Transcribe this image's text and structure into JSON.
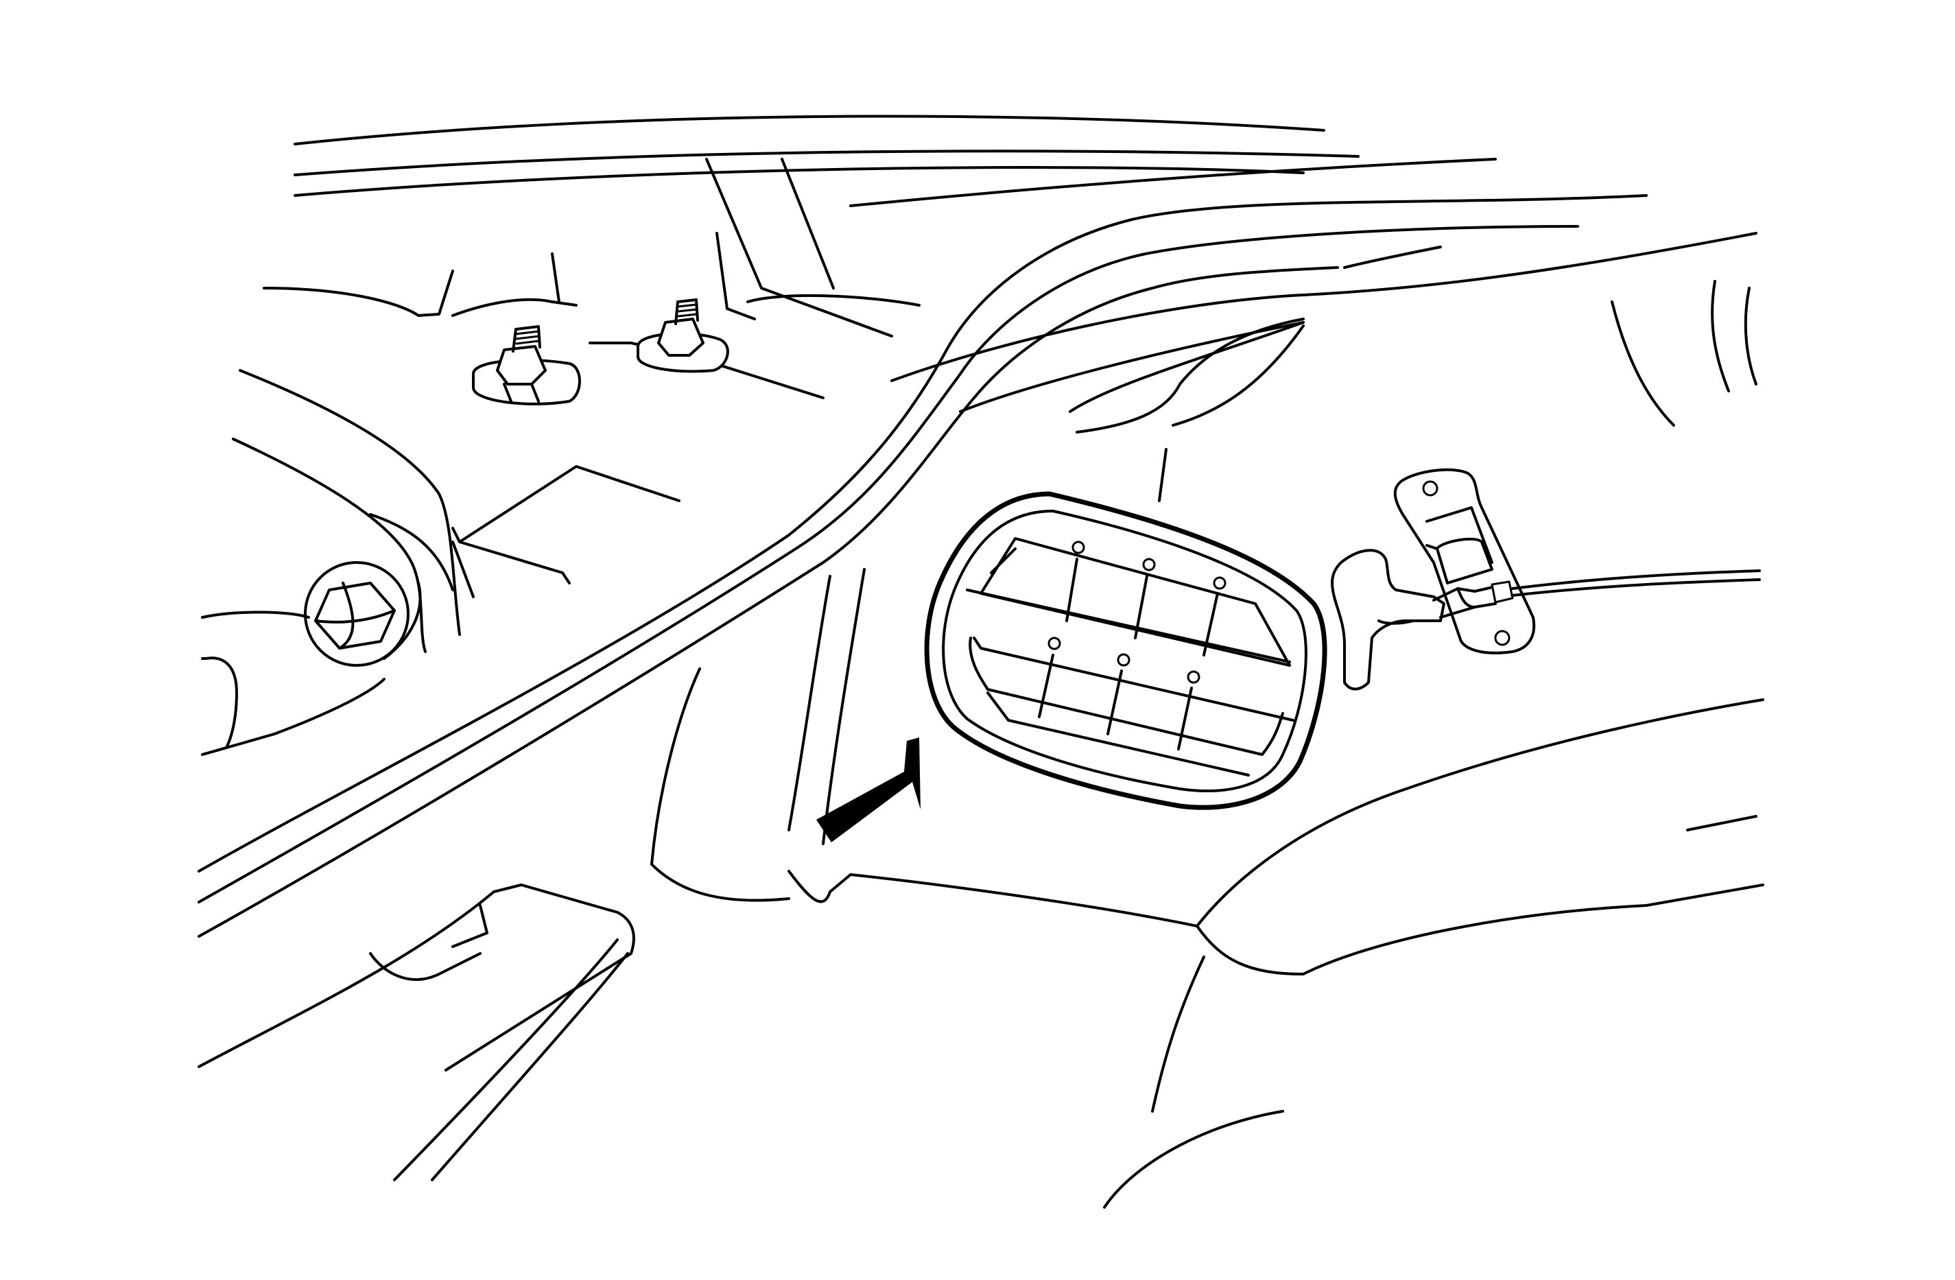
{
  "figure": {
    "background": "#ffffff",
    "line_color": "#000000",
    "components": [
      {
        "key": "roof",
        "icon": "roof-panel-lines"
      },
      {
        "key": "pillar",
        "icon": "b-pillar-lines"
      },
      {
        "key": "studs",
        "icon": "threaded-stud-icon"
      },
      {
        "key": "bolt",
        "icon": "hex-bolt-icon"
      },
      {
        "key": "crossmember",
        "icon": "crossmember-beam"
      },
      {
        "key": "vent",
        "icon": "pressure-relief-vent-icon"
      },
      {
        "key": "pointer",
        "icon": "arrow-icon"
      },
      {
        "key": "latch",
        "icon": "release-latch-icon"
      },
      {
        "key": "handle",
        "icon": "t-handle-icon"
      },
      {
        "key": "cable",
        "icon": "release-cable"
      }
    ]
  }
}
